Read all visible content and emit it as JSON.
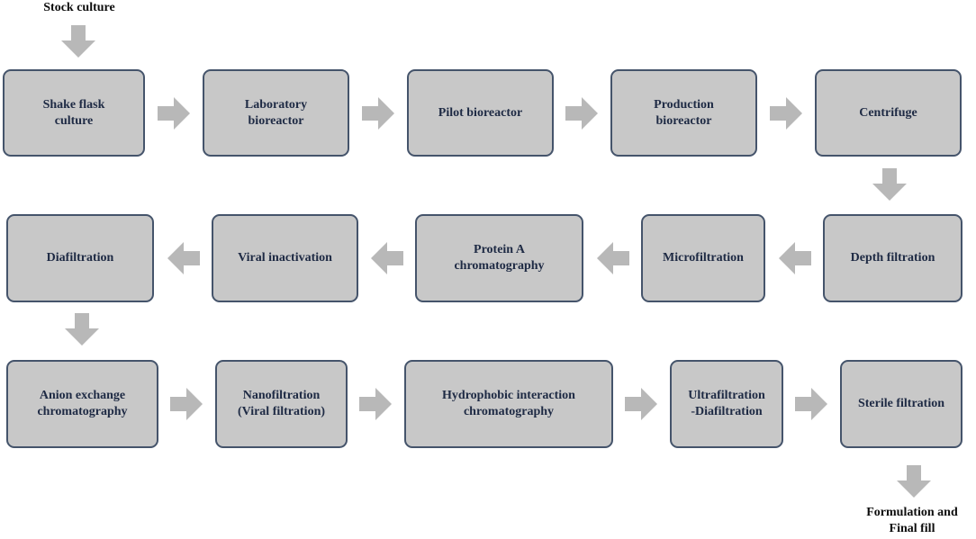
{
  "stock_label": "Stock culture",
  "final_label": "Formulation and\nFinal fill",
  "steps": {
    "shake_flask": "Shake flask\nculture",
    "lab_bioreactor": "Laboratory\nbioreactor",
    "pilot_bioreactor": "Pilot bioreactor",
    "production_bioreactor": "Production\nbioreactor",
    "centrifuge": "Centrifuge",
    "depth_filtration": "Depth filtration",
    "microfiltration": "Microfiltration",
    "protein_a": "Protein A\nchromatography",
    "viral_inactivation": "Viral inactivation",
    "diafiltration": "Diafiltration",
    "anion_exchange": "Anion exchange\nchromatography",
    "nanofiltration": "Nanofiltration\n(Viral filtration)",
    "hic": "Hydrophobic interaction\nchromatography",
    "uf_df": "Ultrafiltration\n-Diafiltration",
    "sterile_filtration": "Sterile filtration"
  },
  "colors": {
    "box_fill": "#c8c8c8",
    "box_border": "#45546b",
    "arrow_fill": "#b8b8b8",
    "text": "#1e2a44"
  },
  "arrow_icon": "block-arrow-icon"
}
